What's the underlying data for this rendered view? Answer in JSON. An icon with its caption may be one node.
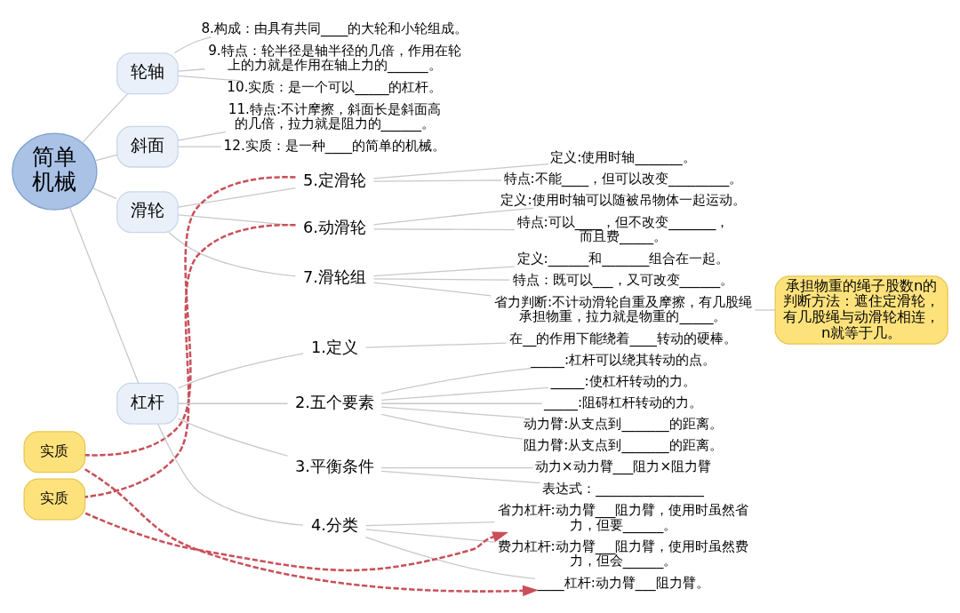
{
  "diagram": {
    "nodes": [
      {
        "text": [
          "简单机械"
        ]
      },
      {
        "text": [
          "轮轴"
        ]
      },
      {
        "text": [
          "8.构成：由具有共同____的大轮和小轮组成。"
        ]
      },
      {
        "text": [
          "9.特点：轮半径是轴半径的几倍，作用在轮上的力就是作用在轴上力的______。"
        ]
      },
      {
        "text": [
          "10.实质：是一个可以_____的杠杆。"
        ]
      },
      {
        "text": [
          "斜面"
        ]
      },
      {
        "text": [
          "11.特点:不计摩擦，斜面长是斜面高的几倍，拉力就是阻力的______。"
        ]
      },
      {
        "text": [
          "12.实质：是一种____的简单的机械。"
        ]
      },
      {
        "text": [
          "滑轮"
        ]
      },
      {
        "text": [
          "5.定滑轮"
        ]
      },
      {
        "text": [
          "定义:使用时轴_______。"
        ]
      },
      {
        "text": [
          "特点:不能____，但可以改变_________。"
        ]
      },
      {
        "text": [
          "6.动滑轮"
        ]
      },
      {
        "text": [
          "定义:使用时轴可以随被吊物体一起运动。"
        ]
      },
      {
        "text": [
          "特点:可以____，但不改变_______，而且费_____。"
        ]
      },
      {
        "text": [
          "7.滑轮组"
        ]
      },
      {
        "text": [
          "定义:______和_______组合在一起。"
        ]
      },
      {
        "text": [
          "特点：既可以___，又可改变______。"
        ]
      },
      {
        "text": [
          "省力判断:不计动滑轮自重及摩擦，有几股绳承担物重，拉力就是物重的_____。"
        ]
      },
      {
        "text": [
          "承担物重的绳子股数n的判断方法：遮住定滑轮，有几股绳与动滑轮相连，n就等于几。"
        ]
      },
      {
        "text": [
          "实质"
        ]
      },
      {
        "text": [
          "杠杆"
        ]
      },
      {
        "text": [
          "1.定义"
        ]
      },
      {
        "text": [
          "在__的作用下能绕着____转动的硬棒。"
        ]
      },
      {
        "text": [
          "2.五个要素"
        ]
      },
      {
        "text": [
          "_____:杠杆可以绕其转动的点。"
        ]
      },
      {
        "text": [
          "_____:使杠杆转动的力。"
        ]
      },
      {
        "text": [
          "_____:阻碍杠杆转动的力。"
        ]
      },
      {
        "text": [
          "动力臂:从支点到_______的距离。"
        ]
      },
      {
        "text": [
          "阻力臂:从支点到_______的距离。"
        ]
      },
      {
        "text": [
          "3.平衡条件"
        ]
      },
      {
        "text": [
          "动力×动力臂___阻力×阻力臂"
        ]
      },
      {
        "text": [
          "表达式：________________"
        ]
      },
      {
        "text": [
          "4.分类"
        ]
      },
      {
        "text": [
          "省力杠杆:动力臂___阻力臂，使用时虽然省力，但要______。"
        ]
      },
      {
        "text": [
          "费力杠杆:动力臂___阻力臂，使用时虽然费力，但会______。"
        ]
      },
      {
        "text": [
          "____杠杆:动力臂___阻力臂。"
        ]
      },
      {
        "text": [
          "实质"
        ]
      }
    ],
    "edges": [
      {
        "from": 0,
        "to": 1,
        "arrow": "none"
      },
      {
        "from": 1,
        "to": 2,
        "arrow": "none"
      },
      {
        "from": 1,
        "to": 3,
        "arrow": "none"
      },
      {
        "from": 1,
        "to": 4,
        "arrow": "none"
      },
      {
        "from": 0,
        "to": 5,
        "arrow": "none"
      },
      {
        "from": 5,
        "to": 6,
        "arrow": "none"
      },
      {
        "from": 5,
        "to": 7,
        "arrow": "none"
      },
      {
        "from": 0,
        "to": 8,
        "arrow": "none"
      },
      {
        "from": 8,
        "to": 9,
        "arrow": "none"
      },
      {
        "from": 9,
        "to": 10,
        "arrow": "none"
      },
      {
        "from": 9,
        "to": 11,
        "arrow": "none"
      },
      {
        "from": 8,
        "to": 12,
        "arrow": "none"
      },
      {
        "from": 12,
        "to": 13,
        "arrow": "none"
      },
      {
        "from": 12,
        "to": 14,
        "arrow": "none"
      },
      {
        "from": 8,
        "to": 15,
        "arrow": "none"
      },
      {
        "from": 15,
        "to": 16,
        "arrow": "none"
      },
      {
        "from": 15,
        "to": 17,
        "arrow": "none"
      },
      {
        "from": 15,
        "to": 18,
        "arrow": "none"
      },
      {
        "from": 18,
        "to": 19,
        "arrow": "none"
      },
      {
        "from": 0,
        "to": 21,
        "arrow": "none"
      },
      {
        "from": 21,
        "to": 22,
        "arrow": "none"
      },
      {
        "from": 22,
        "to": 23,
        "arrow": "none"
      },
      {
        "from": 21,
        "to": 24,
        "arrow": "none"
      },
      {
        "from": 24,
        "to": 25,
        "arrow": "none"
      },
      {
        "from": 24,
        "to": 26,
        "arrow": "none"
      },
      {
        "from": 24,
        "to": 27,
        "arrow": "none"
      },
      {
        "from": 24,
        "to": 28,
        "arrow": "none"
      },
      {
        "from": 24,
        "to": 29,
        "arrow": "none"
      },
      {
        "from": 21,
        "to": 30,
        "arrow": "none"
      },
      {
        "from": 30,
        "to": 31,
        "arrow": "none"
      },
      {
        "from": 30,
        "to": 32,
        "arrow": "none"
      },
      {
        "from": 21,
        "to": 33,
        "arrow": "none"
      },
      {
        "from": 33,
        "to": 34,
        "arrow": "none"
      },
      {
        "from": 33,
        "to": 35,
        "arrow": "none"
      },
      {
        "from": 33,
        "to": 36,
        "arrow": "none"
      },
      {
        "from": 9,
        "to": 20,
        "arrow": "none",
        "style": "dashed",
        "color": "#c9505a"
      },
      {
        "from": 20,
        "to": 36,
        "arrow": "to",
        "style": "dashed",
        "color": "#c9505a"
      },
      {
        "from": 12,
        "to": 37,
        "arrow": "none",
        "style": "dashed",
        "color": "#c9505a"
      },
      {
        "from": 37,
        "to": 34,
        "arrow": "to",
        "style": "dashed",
        "color": "#c9505a"
      }
    ]
  }
}
